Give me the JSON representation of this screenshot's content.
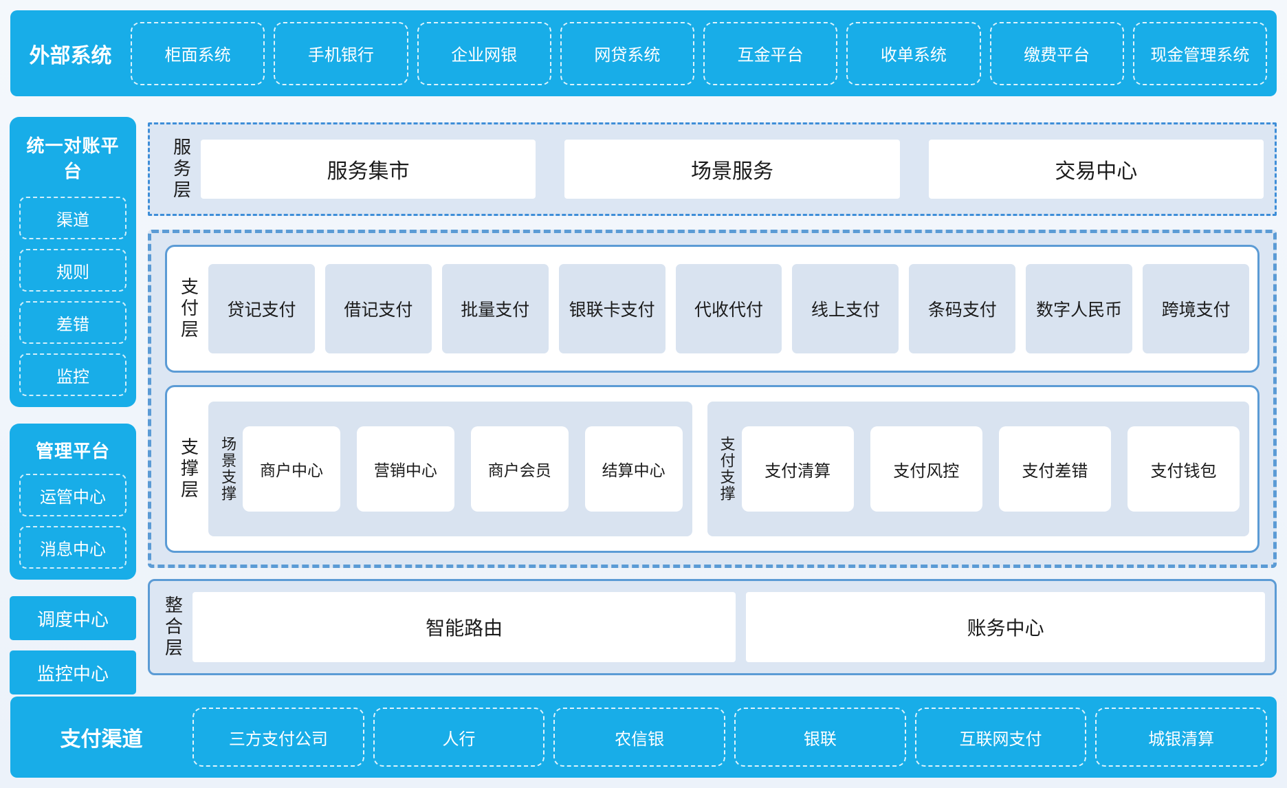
{
  "colors": {
    "accent_blue": "#18ade8",
    "border_blue": "#5b9bd5",
    "dashdot_blue": "#3e8ed8",
    "section_bg": "#dce6f3",
    "item_bg": "#d9e3f0",
    "page_bg": "#ecf2fa",
    "text_dark": "#1b1b1b",
    "text_light": "#ffffff"
  },
  "top_bar": {
    "title": "外部系统",
    "items": [
      "柜面系统",
      "手机银行",
      "企业网银",
      "网贷系统",
      "互金平台",
      "收单系统",
      "缴费平台",
      "现金管理系统"
    ]
  },
  "sidebar": {
    "panels": [
      {
        "title": "统一对账平台",
        "items": [
          "渠道",
          "规则",
          "差错",
          "监控"
        ]
      },
      {
        "title": "管理平台",
        "items": [
          "运管中心",
          "消息中心"
        ]
      }
    ],
    "solo_boxes": [
      "调度中心",
      "监控中心"
    ]
  },
  "layers": {
    "service": {
      "label": "服务层",
      "items": [
        "服务集市",
        "场景服务",
        "交易中心"
      ]
    },
    "payment": {
      "label": "支付层",
      "items": [
        "贷记支付",
        "借记支付",
        "批量支付",
        "银联卡支付",
        "代收代付",
        "线上支付",
        "条码支付",
        "数字人民币",
        "跨境支付"
      ]
    },
    "support": {
      "label": "支撑层",
      "groups": [
        {
          "label": "场景支撑",
          "items": [
            "商户中心",
            "营销中心",
            "商户会员",
            "结算中心"
          ]
        },
        {
          "label": "支付支撑",
          "items": [
            "支付清算",
            "支付风控",
            "支付差错",
            "支付钱包"
          ]
        }
      ]
    },
    "integration": {
      "label": "整合层",
      "items": [
        "智能路由",
        "账务中心"
      ]
    }
  },
  "bottom_bar": {
    "title": "支付渠道",
    "items": [
      "三方支付公司",
      "人行",
      "农信银",
      "银联",
      "互联网支付",
      "城银清算"
    ]
  }
}
